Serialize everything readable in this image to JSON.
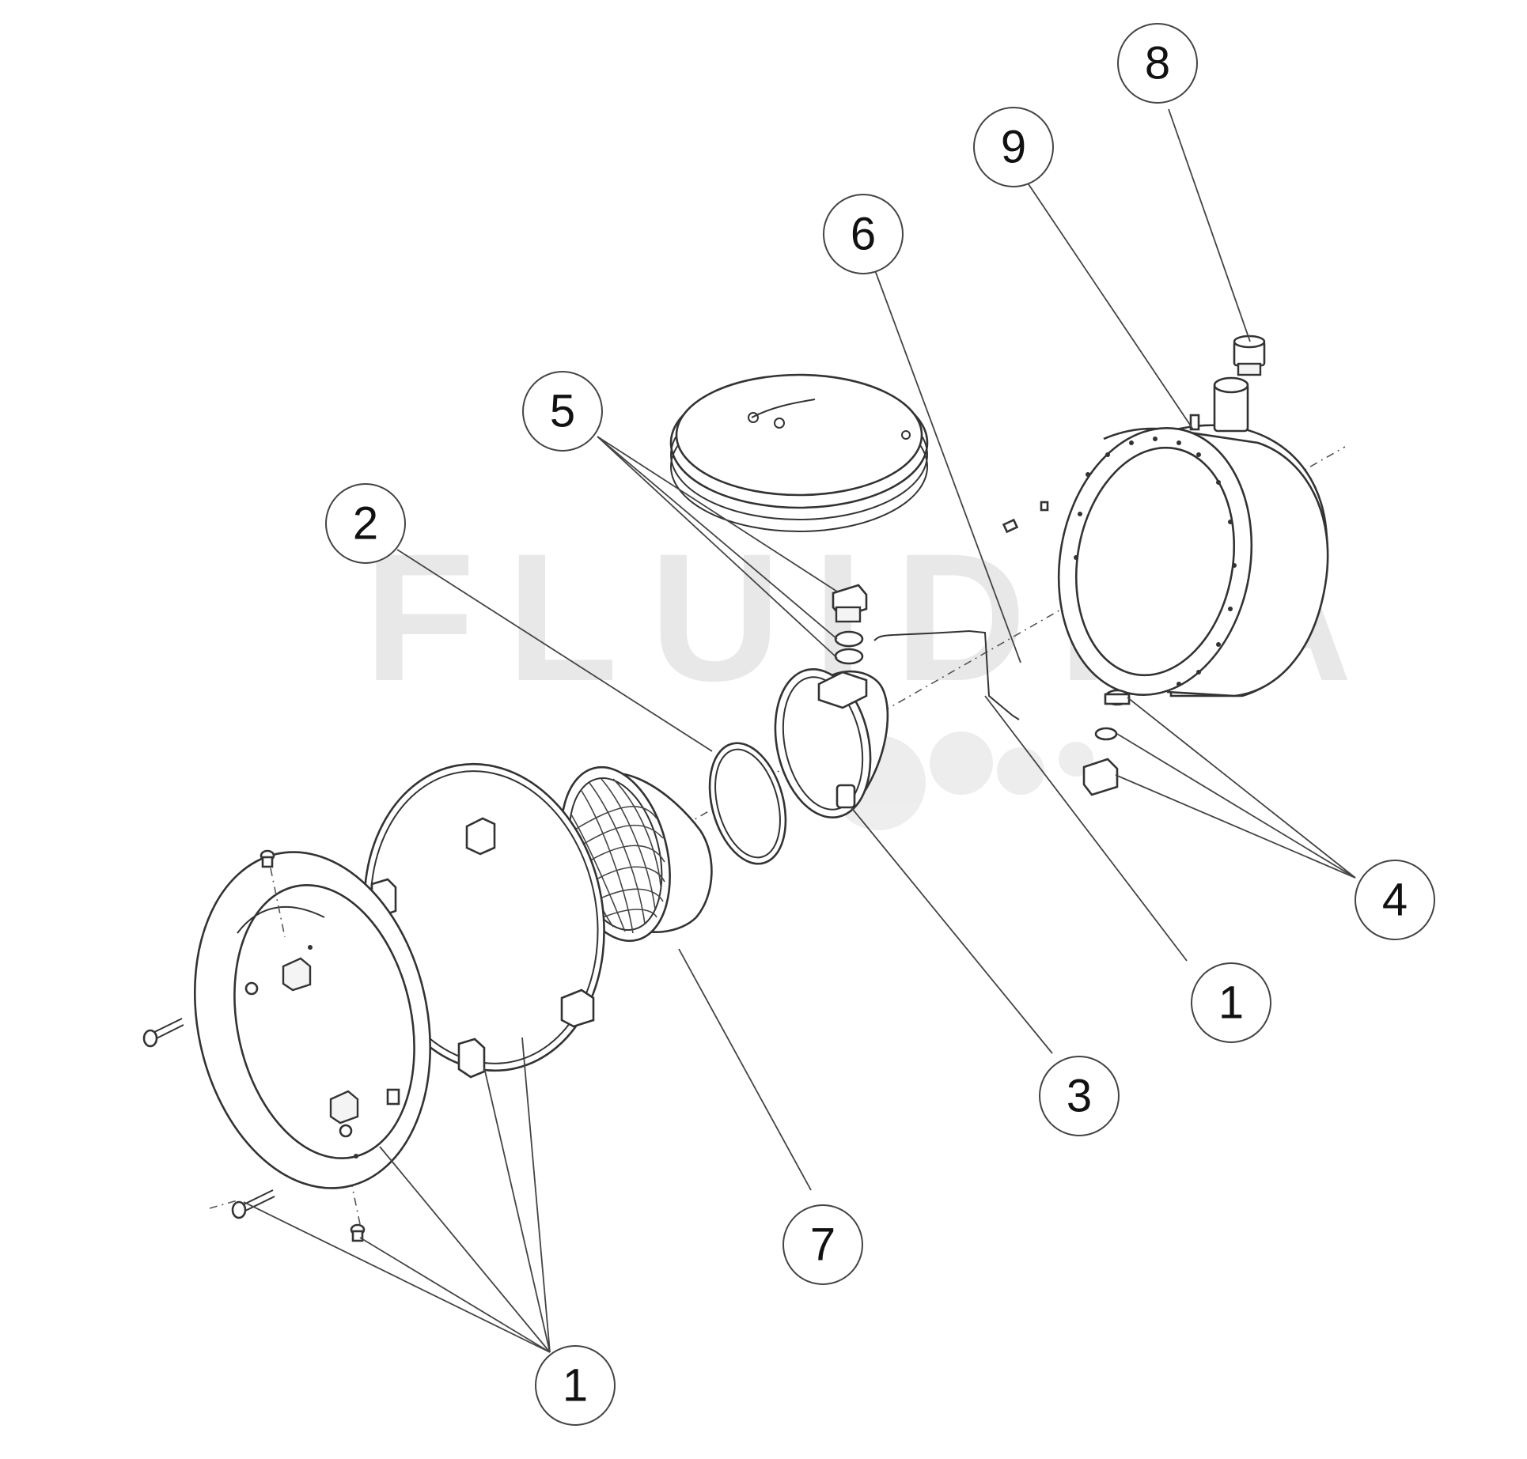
{
  "watermark": {
    "text": "FLUIDRA"
  },
  "callouts": [
    {
      "id": "c8",
      "label": "8"
    },
    {
      "id": "c9",
      "label": "9"
    },
    {
      "id": "c6",
      "label": "6"
    },
    {
      "id": "c5",
      "label": "5"
    },
    {
      "id": "c2",
      "label": "2"
    },
    {
      "id": "c4",
      "label": "4"
    },
    {
      "id": "c1r",
      "label": "1"
    },
    {
      "id": "c3",
      "label": "3"
    },
    {
      "id": "c7",
      "label": "7"
    },
    {
      "id": "c1b",
      "label": "1"
    }
  ]
}
